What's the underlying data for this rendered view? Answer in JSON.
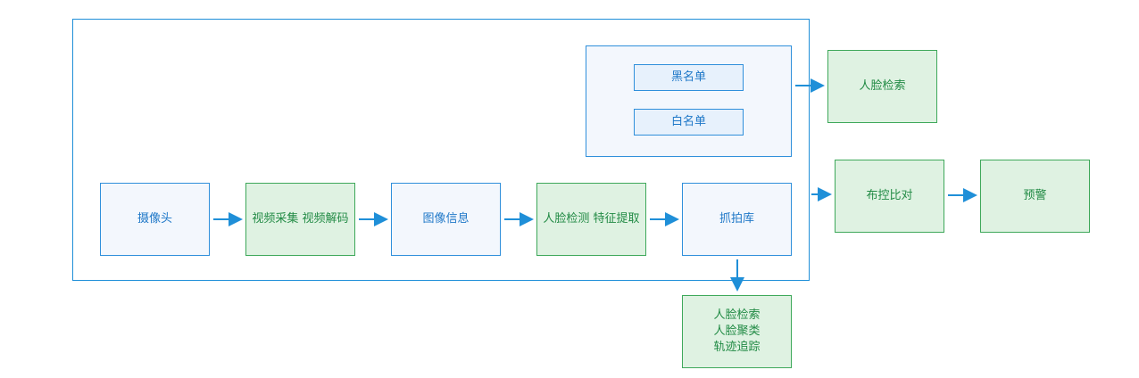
{
  "diagram": {
    "nodes": {
      "camera": "摄像头",
      "video": "视频采集 视频解码",
      "image_info": "图像信息",
      "face_detect": "人脸检测 特征提取",
      "capture_db": "抓拍库",
      "blacklist": "黑名单",
      "whitelist": "白名单",
      "face_search_top": "人脸检索",
      "control_compare": "布控比对",
      "alert": "预警",
      "capture_outputs": "人脸检索\n人脸聚类\n轨迹追踪"
    },
    "colors": {
      "blue_border": "#2f8fdb",
      "blue_fill": "#f3f7fd",
      "green_border": "#3ea85a",
      "green_fill": "#dff2e2",
      "arrow": "#1f8fd8"
    }
  }
}
